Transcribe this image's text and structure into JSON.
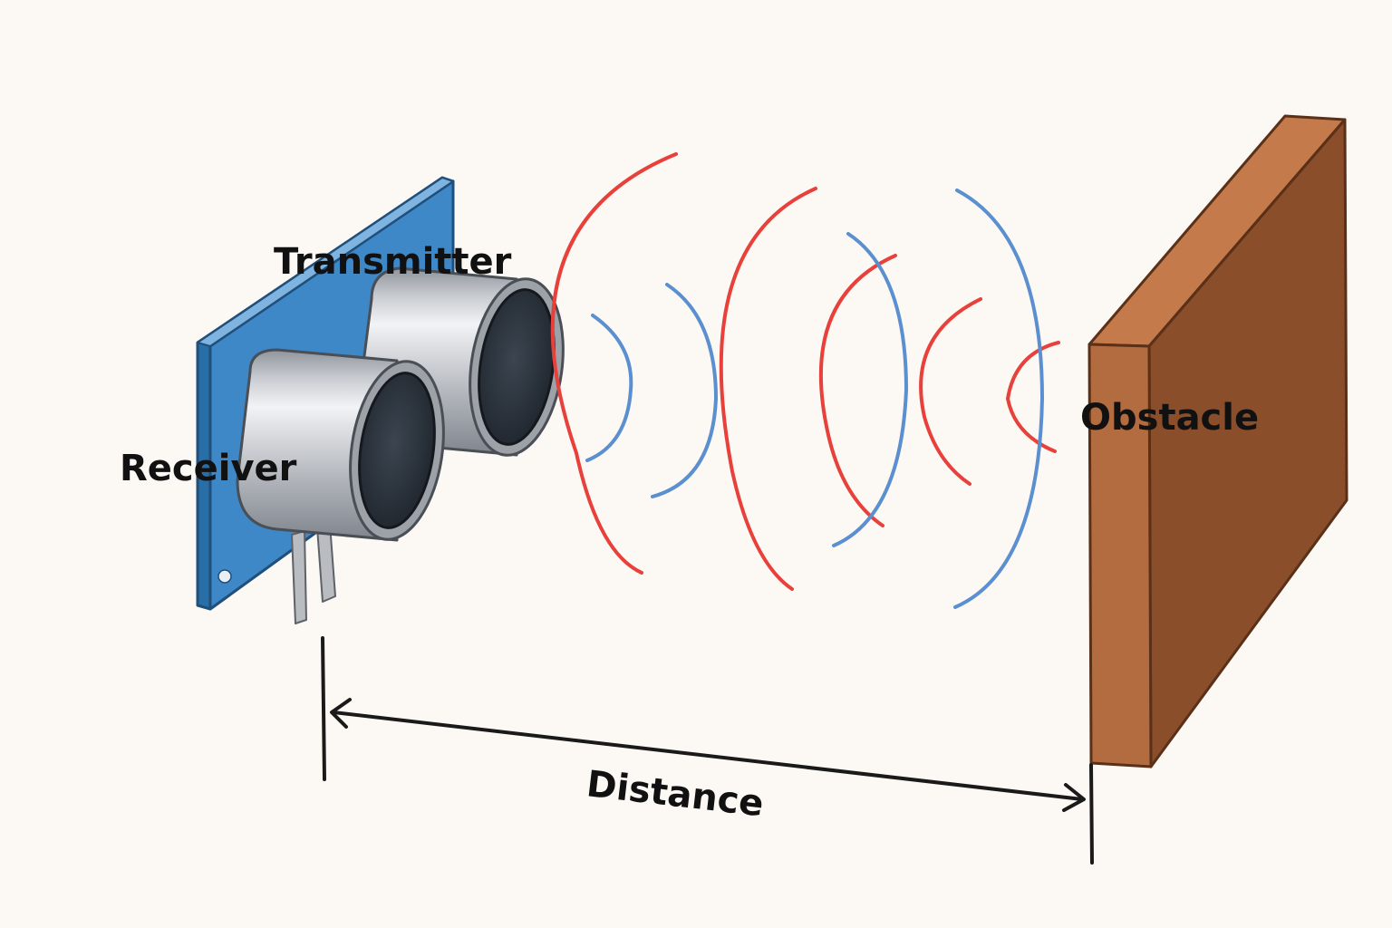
{
  "labels": {
    "transmitter": "Transmitter",
    "receiver": "Receiver",
    "obstacle": "Obstacle",
    "distance": "Distance"
  },
  "colors": {
    "background": "#fcf9f5",
    "board": "#3f88c8",
    "board_edge": "#2a6ea8",
    "wave_emitted": "#e8403a",
    "wave_reflected": "#5b8fcf",
    "obstacle_front": "#b36c3f",
    "obstacle_side": "#8a4e2b",
    "obstacle_top": "#c47a4a",
    "line": "#1a1a1a"
  }
}
